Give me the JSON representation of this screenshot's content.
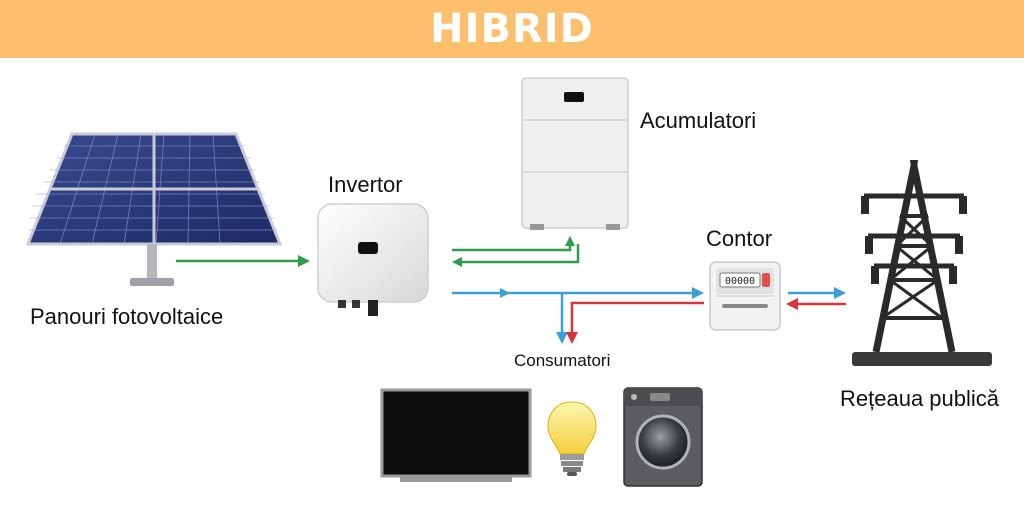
{
  "title": "HIBRID",
  "labels": {
    "panels": "Panouri fotovoltaice",
    "inverter": "Invertor",
    "batteries": "Acumulatori",
    "meter": "Contor",
    "grid": "Rețeaua publică",
    "consumers": "Consumatori"
  },
  "meter_display": "00000",
  "colors": {
    "banner": "#fcbf6d",
    "solar_flow": "#2e9e4a",
    "consumption_flow": "#3aa0d6",
    "grid_flow": "#d9343a"
  },
  "icons": [
    "solar-panel-icon",
    "inverter-icon",
    "battery-icon",
    "electricity-meter-icon",
    "power-tower-icon",
    "tv-icon",
    "light-bulb-icon",
    "washing-machine-icon"
  ]
}
